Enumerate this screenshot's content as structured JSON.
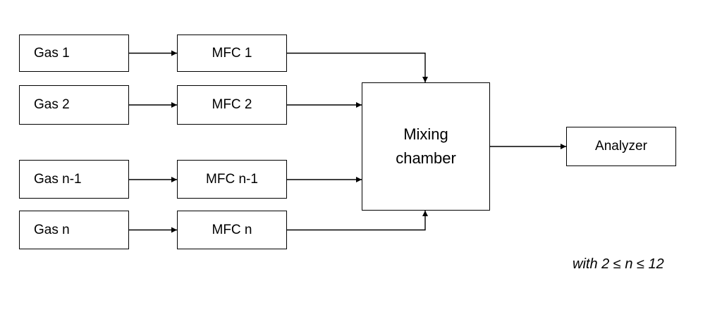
{
  "diagram": {
    "sources": [
      {
        "label": "Gas 1"
      },
      {
        "label": "Gas 2"
      },
      {
        "label": "Gas n-1"
      },
      {
        "label": "Gas n"
      }
    ],
    "controllers": [
      {
        "label": "MFC 1"
      },
      {
        "label": "MFC 2"
      },
      {
        "label": "MFC n-1"
      },
      {
        "label": "MFC n"
      }
    ],
    "mixer": {
      "label": "Mixing\nchamber"
    },
    "analyzer": {
      "label": "Analyzer"
    },
    "note": "with 2 ≤ n ≤ 12",
    "edges": [
      {
        "from": "Gas 1",
        "to": "MFC 1"
      },
      {
        "from": "Gas 2",
        "to": "MFC 2"
      },
      {
        "from": "Gas n-1",
        "to": "MFC n-1"
      },
      {
        "from": "Gas n",
        "to": "MFC n"
      },
      {
        "from": "MFC 1",
        "to": "Mixing chamber"
      },
      {
        "from": "MFC 2",
        "to": "Mixing chamber"
      },
      {
        "from": "MFC n-1",
        "to": "Mixing chamber"
      },
      {
        "from": "MFC n",
        "to": "Mixing chamber"
      },
      {
        "from": "Mixing chamber",
        "to": "Analyzer"
      }
    ]
  }
}
